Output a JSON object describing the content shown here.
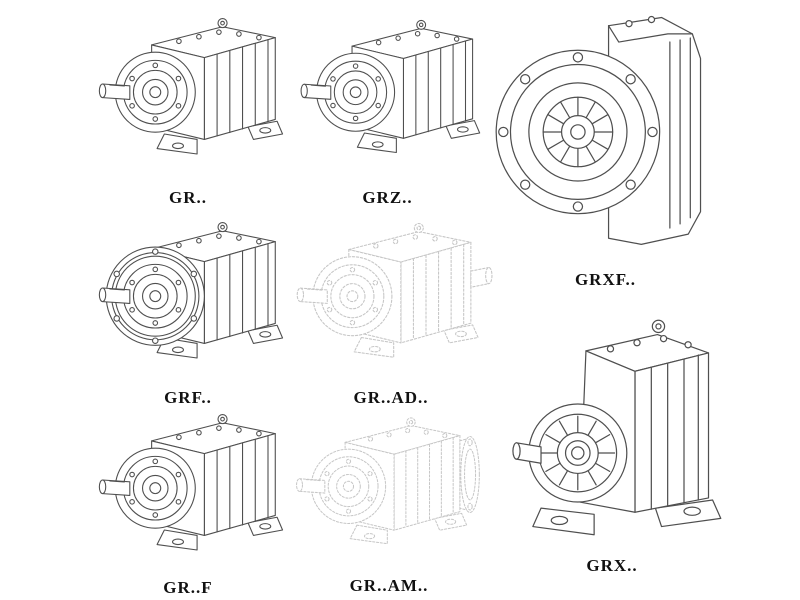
{
  "page": {
    "background": "#ffffff"
  },
  "colors": {
    "page": "#ffffff",
    "line": "#4f4f4f",
    "ghost": "#c6c6c6",
    "label": "#111111"
  },
  "products": [
    {
      "id": "gr",
      "label": "GR..",
      "style": "solid",
      "drawing": "foot-mounted-helical-gear-reducer"
    },
    {
      "id": "grz",
      "label": "GRZ..",
      "style": "solid",
      "drawing": "foot-mounted-helical-gear-reducer"
    },
    {
      "id": "grxf",
      "label": "GRXF..",
      "style": "solid",
      "drawing": "flange-front-gear-reducer"
    },
    {
      "id": "grf",
      "label": "GRF..",
      "style": "solid",
      "drawing": "flange-mounted-helical-gear-reducer"
    },
    {
      "id": "gr-ad",
      "label": "GR..AD..",
      "style": "ghost",
      "drawing": "reducer-with-input-shaft-adapter"
    },
    {
      "id": "gr-f",
      "label": "GR..F",
      "style": "solid",
      "drawing": "foot-mounted-helical-gear-reducer"
    },
    {
      "id": "gr-am",
      "label": "GR..AM..",
      "style": "ghost",
      "drawing": "reducer-with-motor-adapter-flange"
    },
    {
      "id": "grx",
      "label": "GRX..",
      "style": "solid",
      "drawing": "large-foot-mounted-gear-reducer"
    }
  ]
}
